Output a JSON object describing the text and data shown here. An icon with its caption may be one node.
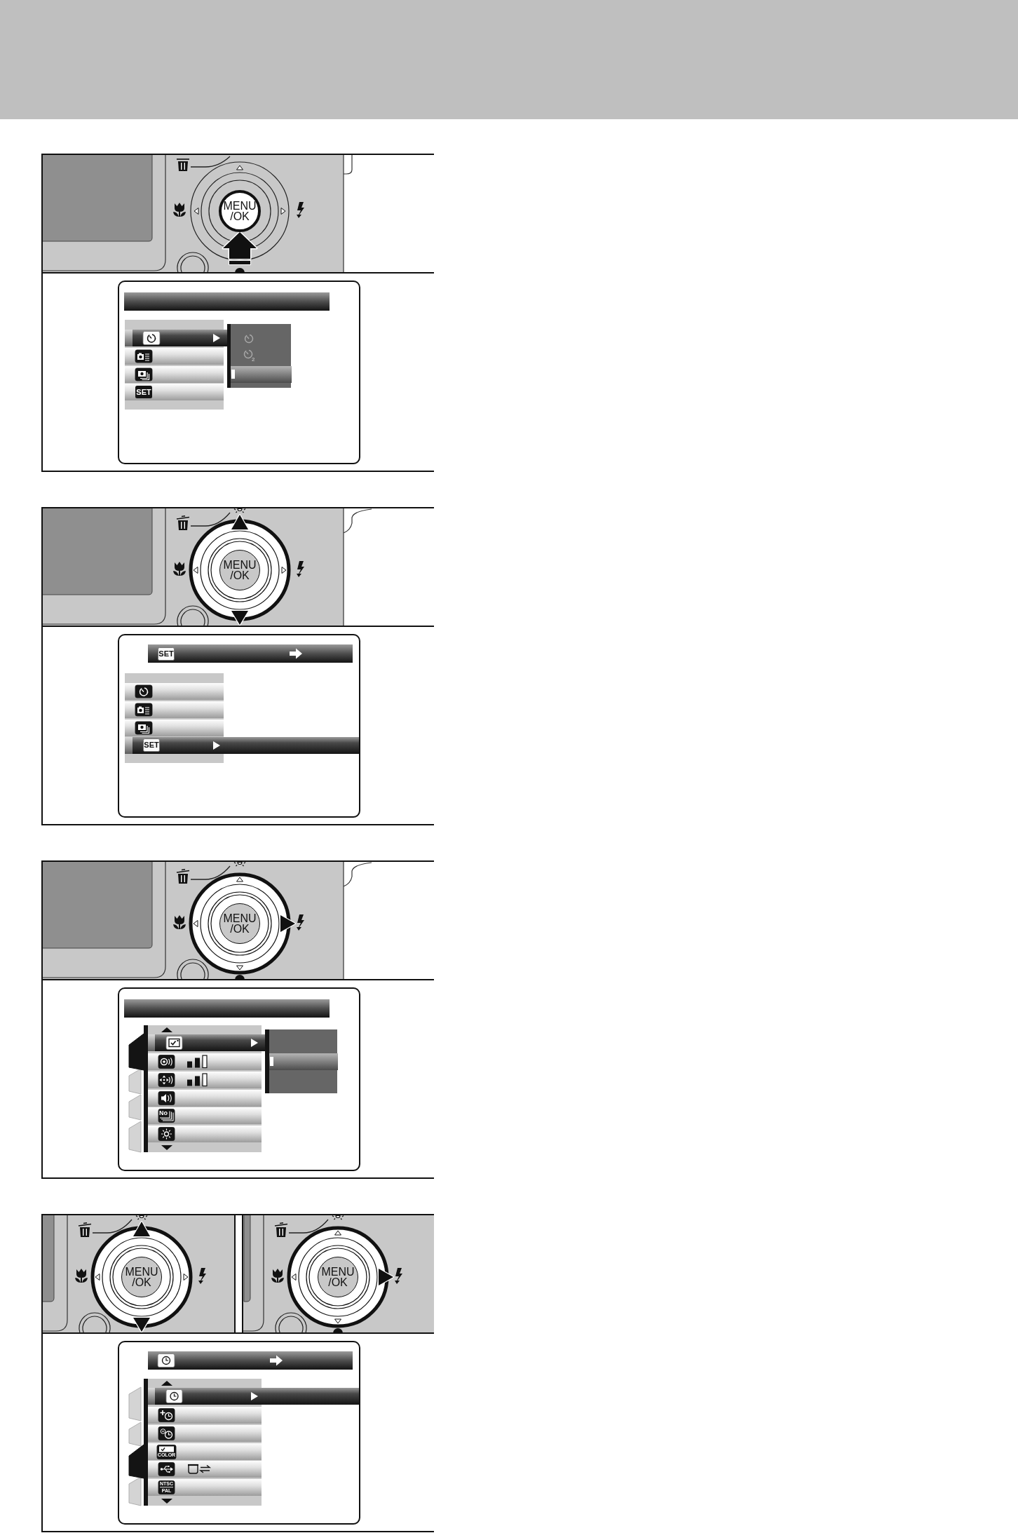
{
  "diagram": {
    "nodes": [
      {
        "text": [
          "MENU /OK"
        ]
      },
      {
        "text": [
          "MENU /OK"
        ]
      },
      {
        "text": [
          "MENU /OK"
        ]
      },
      {
        "text": [
          "MENU /OK"
        ]
      },
      {
        "text": [
          "MENU /OK"
        ]
      }
    ],
    "labels": [
      "2",
      "SET",
      "SET",
      "SET",
      "No",
      "COLOR",
      "NTSC",
      "PAL"
    ]
  }
}
